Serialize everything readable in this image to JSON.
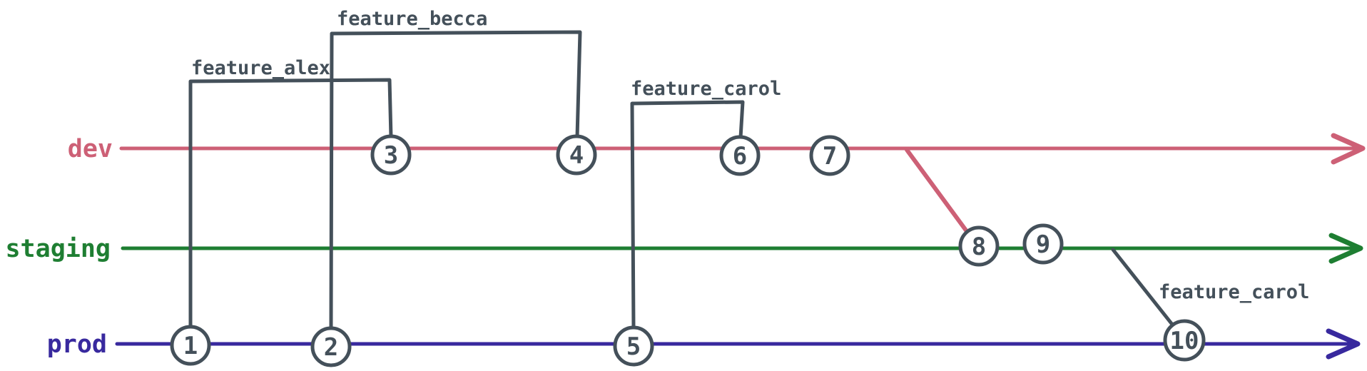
{
  "canvas": {
    "background": "#ffffff",
    "ink": "#44505a"
  },
  "branches": [
    {
      "name": "dev",
      "color": "#cd6076"
    },
    {
      "name": "staging",
      "color": "#1e7e32"
    },
    {
      "name": "prod",
      "color": "#38299e"
    }
  ],
  "feature_labels": [
    {
      "label": "feature_alex"
    },
    {
      "label": "feature_becca"
    },
    {
      "label": "feature_carol"
    },
    {
      "label": "feature_carol"
    }
  ],
  "commits": [
    {
      "label": "1",
      "branch": "prod"
    },
    {
      "label": "2",
      "branch": "prod"
    },
    {
      "label": "3",
      "branch": "dev"
    },
    {
      "label": "4",
      "branch": "dev"
    },
    {
      "label": "5",
      "branch": "prod"
    },
    {
      "label": "6",
      "branch": "dev"
    },
    {
      "label": "7",
      "branch": "dev"
    },
    {
      "label": "8",
      "branch": "staging"
    },
    {
      "label": "9",
      "branch": "staging"
    },
    {
      "label": "10",
      "branch": "prod"
    }
  ],
  "connections": [
    {
      "from": "1",
      "to": "3",
      "label": "feature_alex"
    },
    {
      "from": "2",
      "to": "4",
      "label": "feature_becca"
    },
    {
      "from": "5",
      "to": "6",
      "label": "feature_carol"
    },
    {
      "from": "dev",
      "to": "8",
      "label": ""
    },
    {
      "from": "staging",
      "to": "10",
      "label": "feature_carol"
    }
  ]
}
